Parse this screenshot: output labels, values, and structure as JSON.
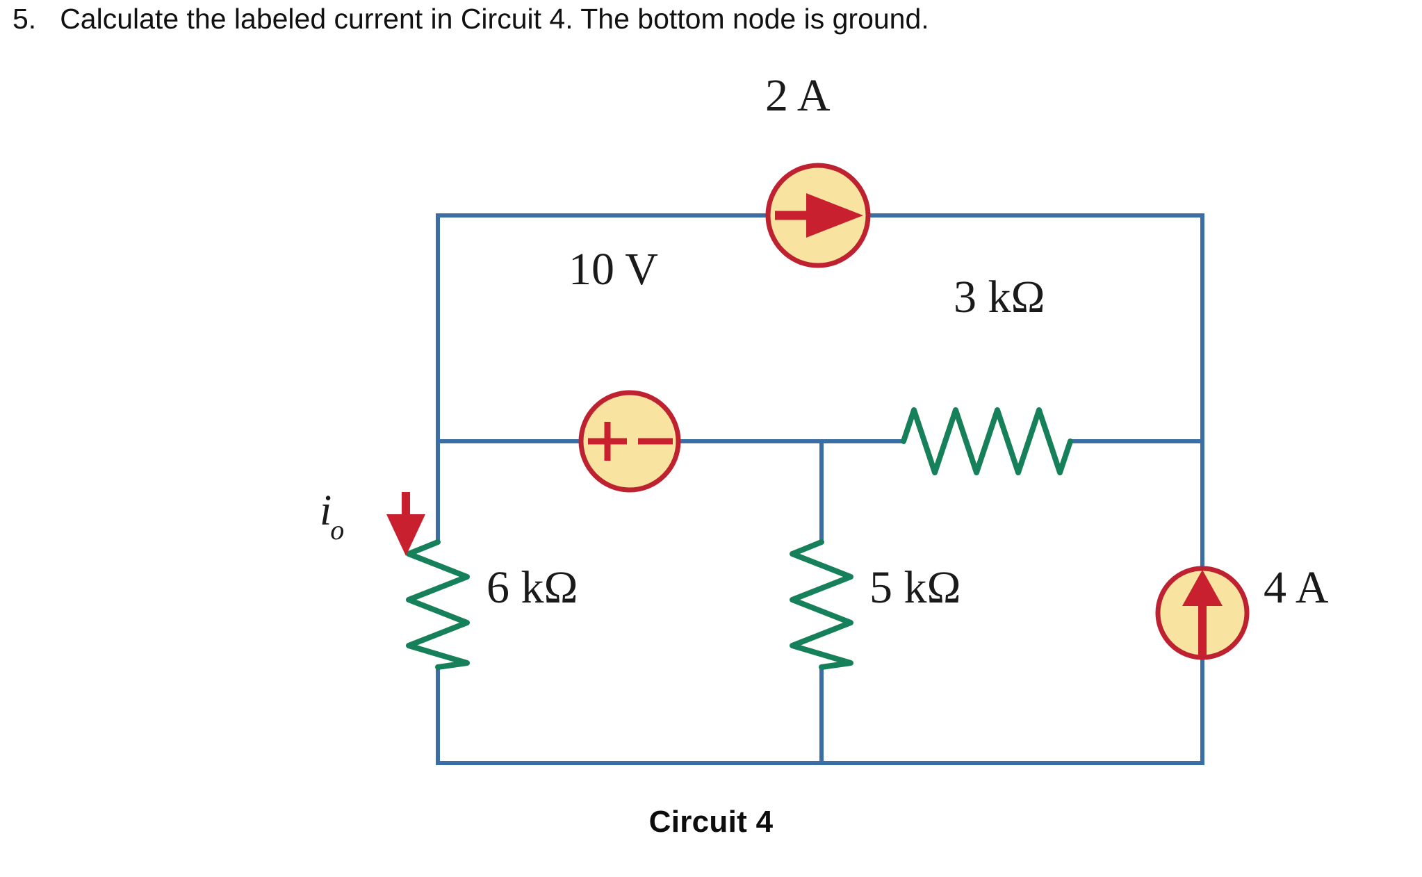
{
  "question": {
    "number": "5.",
    "text": "Calculate the labeled current in Circuit 4. The bottom node is ground."
  },
  "figure": {
    "caption": "Circuit 4",
    "current_label": {
      "symbol": "i",
      "subscript": "o"
    },
    "components": {
      "top_current_source": {
        "value": "2 A",
        "type": "current-source",
        "direction": "right"
      },
      "voltage_source": {
        "value": "10 V",
        "type": "voltage-source",
        "plus": "+",
        "minus": "−"
      },
      "resistor_top_right": {
        "value": "3 kΩ",
        "type": "resistor",
        "orientation": "horizontal"
      },
      "resistor_left": {
        "value": "6 kΩ",
        "type": "resistor",
        "orientation": "vertical"
      },
      "resistor_middle": {
        "value": "5 kΩ",
        "type": "resistor",
        "orientation": "vertical"
      },
      "right_current_source": {
        "value": "4 A",
        "type": "current-source",
        "direction": "up"
      }
    }
  },
  "colors": {
    "wire": "#3A6EA5",
    "resistor": "#16805A",
    "source_fill": "#F8E3A1",
    "source_stroke": "#BE2230",
    "arrow": "#C8202E",
    "text": "#1a1a1a",
    "background": "#ffffff"
  }
}
